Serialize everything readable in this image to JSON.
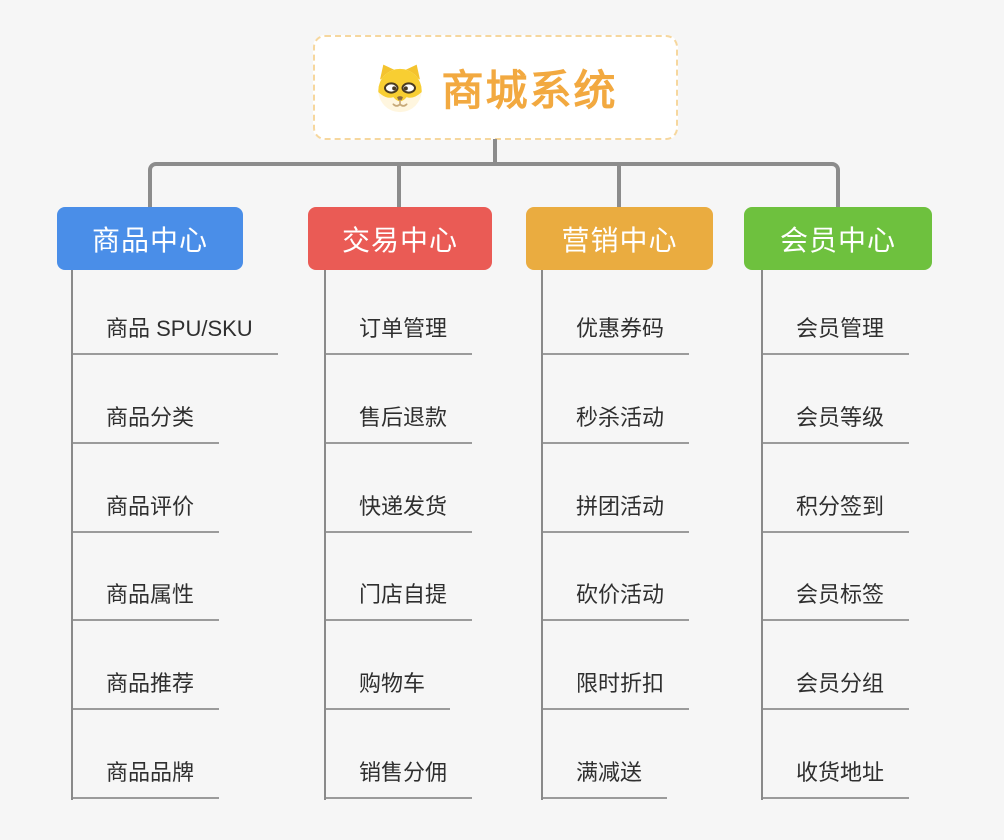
{
  "root": {
    "title": "商城系统",
    "icon": "dog-face-icon",
    "title_color": "#f2a940",
    "border_color": "#f6d79e"
  },
  "connector_color": "#8c8c8c",
  "branches": [
    {
      "label": "商品中心",
      "color": "#4a8ee8",
      "children": [
        "商品 SPU/SKU",
        "商品分类",
        "商品评价",
        "商品属性",
        "商品推荐",
        "商品品牌"
      ]
    },
    {
      "label": "交易中心",
      "color": "#ea5b55",
      "children": [
        "订单管理",
        "售后退款",
        "快递发货",
        "门店自提",
        "购物车",
        "销售分佣"
      ]
    },
    {
      "label": "营销中心",
      "color": "#eaac40",
      "children": [
        "优惠券码",
        "秒杀活动",
        "拼团活动",
        "砍价活动",
        "限时折扣",
        "满减送"
      ]
    },
    {
      "label": "会员中心",
      "color": "#6ec13e",
      "children": [
        "会员管理",
        "会员等级",
        "积分签到",
        "会员标签",
        "会员分组",
        "收货地址"
      ]
    }
  ]
}
